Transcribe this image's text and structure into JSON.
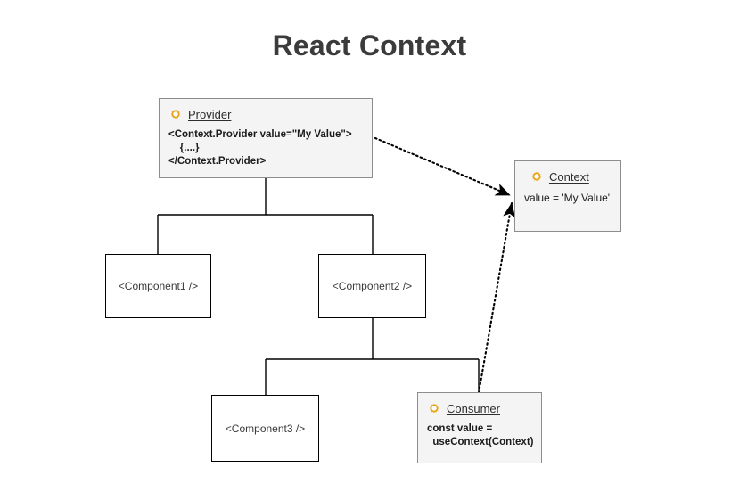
{
  "page": {
    "title": "React Context",
    "background": "#ffffff",
    "title_color": "#3b3b3b"
  },
  "theme": {
    "gear_icon_color": "#e8a317",
    "node_fill_gray": "#f4f4f4",
    "node_fill_white": "#ffffff",
    "node_border_gray": "#8d8d8d",
    "node_border_black": "#000000",
    "connector_color": "#000000",
    "arrow_color": "#000000"
  },
  "nodes": {
    "provider": {
      "icon": "gear-icon",
      "title": "Provider",
      "code": "<Context.Provider value=\"My Value\">\n    {....}\n</Context.Provider>"
    },
    "context": {
      "icon": "gear-icon",
      "title": "Context",
      "body": "value = 'My Value'"
    },
    "consumer": {
      "icon": "gear-icon",
      "title": "Consumer",
      "code": "const value =\n  useContext(Context)"
    },
    "component1": {
      "label": "<Component1 />"
    },
    "component2": {
      "label": "<Component2 />"
    },
    "component3": {
      "label": "<Component3 />"
    }
  },
  "edges": [
    {
      "name": "provider-to-children",
      "style": "solid",
      "from": "provider",
      "to": [
        "component1",
        "component2"
      ]
    },
    {
      "name": "component2-to-children",
      "style": "solid",
      "from": "component2",
      "to": [
        "component3",
        "consumer"
      ]
    },
    {
      "name": "provider-to-context",
      "style": "dotted",
      "from": "provider",
      "to": "context",
      "arrow": true
    },
    {
      "name": "consumer-to-context",
      "style": "dotted",
      "from": "consumer",
      "to": "context",
      "arrow": true
    }
  ]
}
